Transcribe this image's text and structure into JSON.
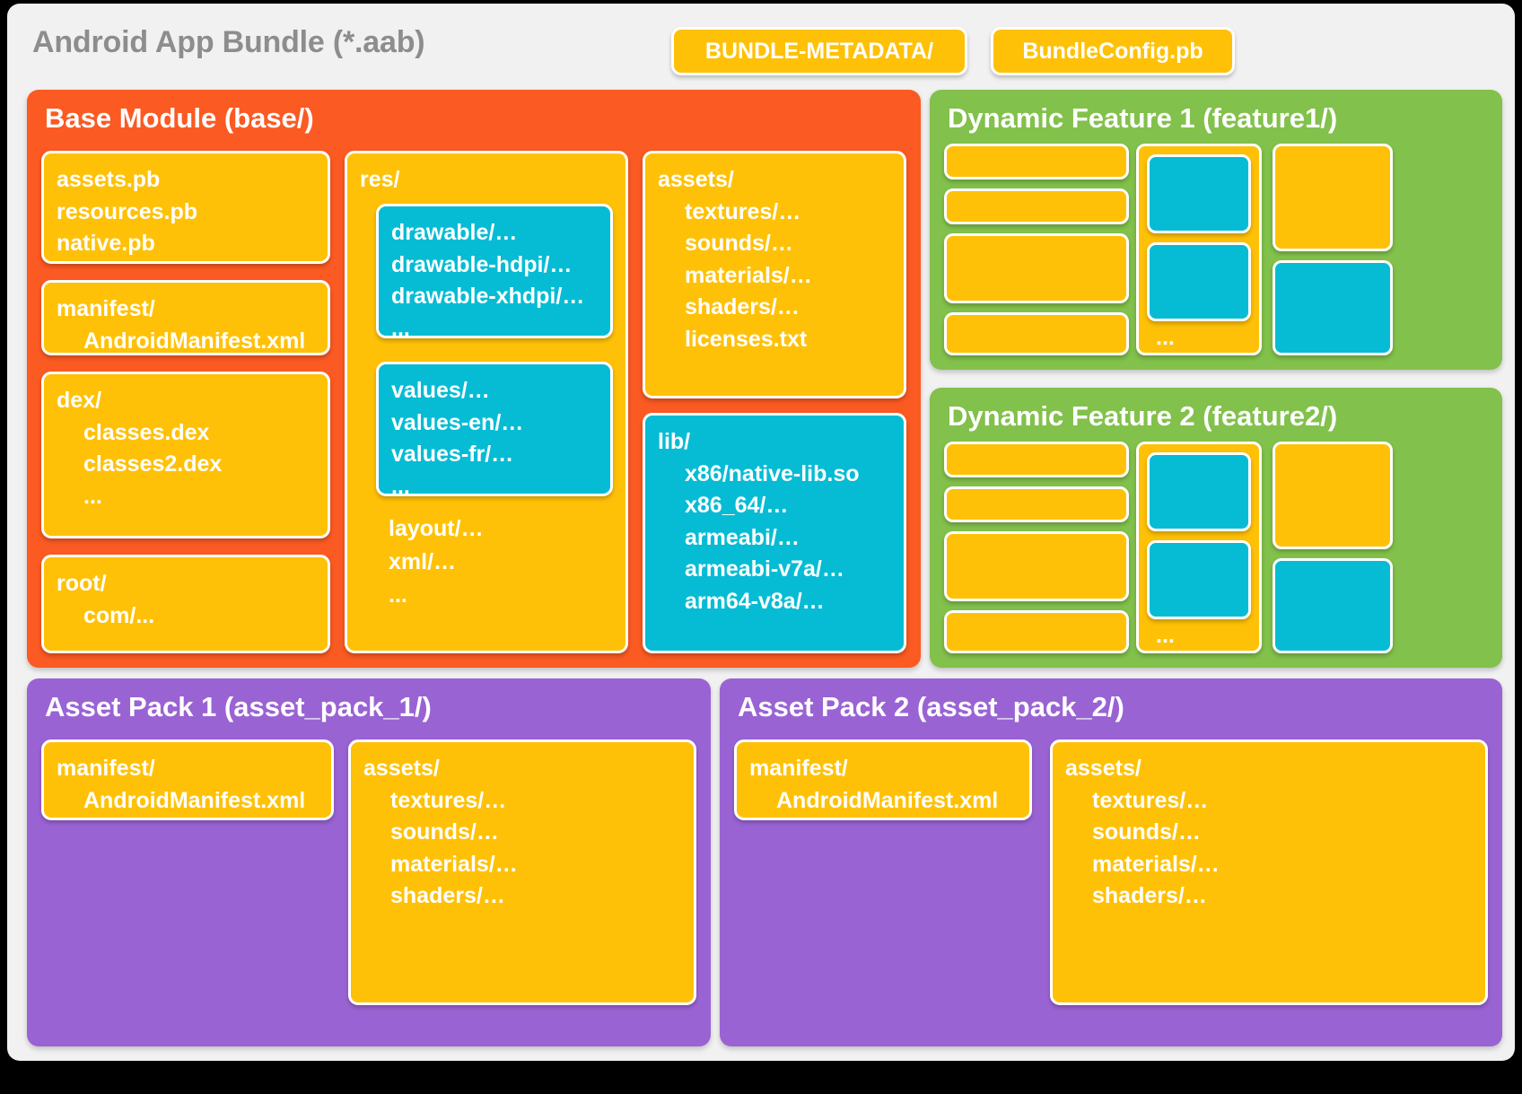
{
  "bundle": {
    "title": "Android App Bundle (*.aab)",
    "metadata_pill": "BUNDLE-METADATA/",
    "config_pill": "BundleConfig.pb"
  },
  "colors": {
    "base_module": "#FB5A22",
    "dynamic_feature": "#82C14B",
    "asset_pack": "#9A63D4",
    "yellow_box": "#FFC107",
    "cyan_box": "#06BCD4",
    "card_background": "#F1F1F1",
    "title_text": "#8D8D8D",
    "box_text": "#FFFFFF"
  },
  "base_module": {
    "title": "Base Module (base/)",
    "protos": {
      "l1": "assets.pb",
      "l2": "resources.pb",
      "l3": "native.pb"
    },
    "manifest": {
      "l1": "manifest/",
      "l2": "AndroidManifest.xml"
    },
    "dex": {
      "l1": "dex/",
      "l2": "classes.dex",
      "l3": "classes2.dex",
      "l4": "..."
    },
    "root": {
      "l1": "root/",
      "l2": "com/...",
      "l3": "..."
    },
    "res": {
      "l1": "res/",
      "drawable": {
        "l1": "drawable/…",
        "l2": "drawable-hdpi/…",
        "l3": "drawable-xhdpi/…",
        "l4": "..."
      },
      "values": {
        "l1": "values/…",
        "l2": "values-en/…",
        "l3": "values-fr/…",
        "l4": "..."
      },
      "tail": {
        "l1": "layout/…",
        "l2": "xml/…",
        "l3": "..."
      }
    },
    "assets": {
      "l1": "assets/",
      "l2": "textures/…",
      "l3": "sounds/…",
      "l4": "materials/…",
      "l5": "shaders/…",
      "l6": "licenses.txt"
    },
    "lib": {
      "l1": "lib/",
      "l2": "x86/native-lib.so",
      "l3": "x86_64/…",
      "l4": "armeabi/…",
      "l5": "armeabi-v7a/…",
      "l6": "arm64-v8a/…"
    }
  },
  "feature1": {
    "title": "Dynamic Feature 1 (feature1/)",
    "dots": "..."
  },
  "feature2": {
    "title": "Dynamic Feature 2 (feature2/)",
    "dots": "..."
  },
  "asset_pack_1": {
    "title": "Asset Pack 1 (asset_pack_1/)",
    "manifest": {
      "l1": "manifest/",
      "l2": "AndroidManifest.xml"
    },
    "assets": {
      "l1": "assets/",
      "l2": "textures/…",
      "l3": "sounds/…",
      "l4": "materials/…",
      "l5": "shaders/…"
    }
  },
  "asset_pack_2": {
    "title": "Asset Pack 2 (asset_pack_2/)",
    "manifest": {
      "l1": "manifest/",
      "l2": "AndroidManifest.xml"
    },
    "assets": {
      "l1": "assets/",
      "l2": "textures/…",
      "l3": "sounds/…",
      "l4": "materials/…",
      "l5": "shaders/…"
    }
  }
}
